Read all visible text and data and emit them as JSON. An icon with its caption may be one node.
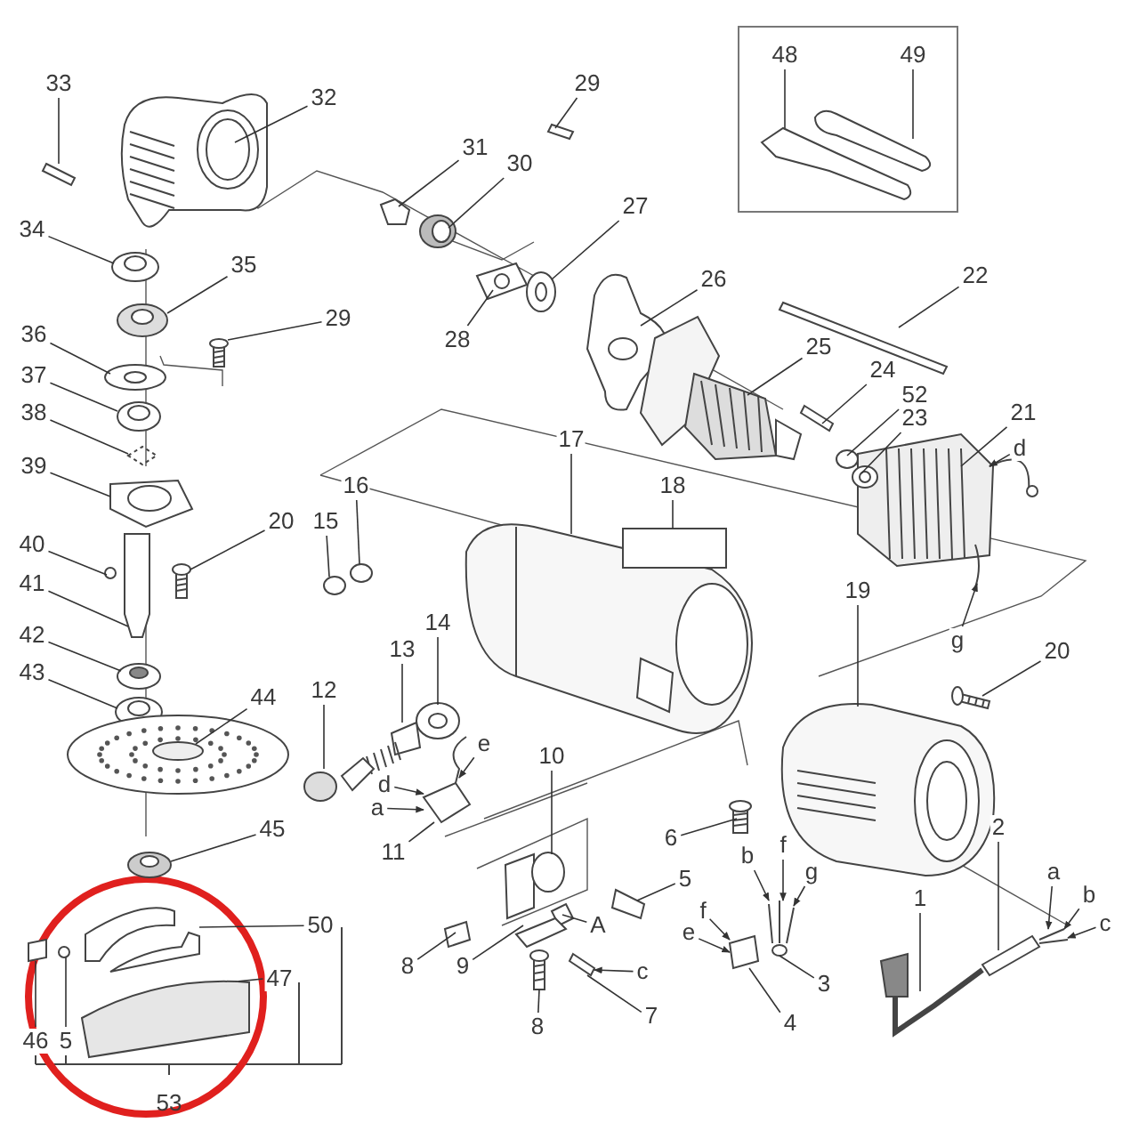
{
  "diagram": {
    "nodes": [
      {
        "text": [
          "48"
        ]
      },
      {
        "text": [
          "49"
        ]
      },
      {
        "text": [
          "33"
        ]
      },
      {
        "text": [
          "29"
        ]
      },
      {
        "text": [
          "32"
        ]
      },
      {
        "text": [
          "31"
        ]
      },
      {
        "text": [
          "30"
        ]
      },
      {
        "text": [
          "27"
        ]
      },
      {
        "text": [
          "34"
        ]
      },
      {
        "text": [
          "35"
        ]
      },
      {
        "text": [
          "26"
        ]
      },
      {
        "text": [
          "22"
        ]
      },
      {
        "text": [
          "29"
        ]
      },
      {
        "text": [
          "36"
        ]
      },
      {
        "text": [
          "28"
        ]
      },
      {
        "text": [
          "25"
        ]
      },
      {
        "text": [
          "24"
        ]
      },
      {
        "text": [
          "37"
        ]
      },
      {
        "text": [
          "52"
        ]
      },
      {
        "text": [
          "38"
        ]
      },
      {
        "text": [
          "21"
        ]
      },
      {
        "text": [
          "23"
        ]
      },
      {
        "text": [
          "17"
        ]
      },
      {
        "text": [
          "d"
        ]
      },
      {
        "text": [
          "39"
        ]
      },
      {
        "text": [
          "16"
        ]
      },
      {
        "text": [
          "18"
        ]
      },
      {
        "text": [
          "15"
        ]
      },
      {
        "text": [
          "20"
        ]
      },
      {
        "text": [
          "40"
        ]
      },
      {
        "text": [
          "41"
        ]
      },
      {
        "text": [
          "19"
        ]
      },
      {
        "text": [
          "14"
        ]
      },
      {
        "text": [
          "42"
        ]
      },
      {
        "text": [
          "g"
        ]
      },
      {
        "text": [
          "13"
        ]
      },
      {
        "text": [
          "20"
        ]
      },
      {
        "text": [
          "43"
        ]
      },
      {
        "text": [
          "12"
        ]
      },
      {
        "text": [
          "44"
        ]
      },
      {
        "text": [
          "e"
        ]
      },
      {
        "text": [
          "10"
        ]
      },
      {
        "text": [
          "d"
        ]
      },
      {
        "text": [
          "a"
        ]
      },
      {
        "text": [
          "45"
        ]
      },
      {
        "text": [
          "2"
        ]
      },
      {
        "text": [
          "6"
        ]
      },
      {
        "text": [
          "11"
        ]
      },
      {
        "text": [
          "f"
        ]
      },
      {
        "text": [
          "b"
        ]
      },
      {
        "text": [
          "a"
        ]
      },
      {
        "text": [
          "5"
        ]
      },
      {
        "text": [
          "g"
        ]
      },
      {
        "text": [
          "1"
        ]
      },
      {
        "text": [
          "b"
        ]
      },
      {
        "text": [
          "f"
        ]
      },
      {
        "text": [
          "c"
        ]
      },
      {
        "text": [
          "A"
        ]
      },
      {
        "text": [
          "e"
        ]
      },
      {
        "text": [
          "50"
        ]
      },
      {
        "text": [
          "8"
        ]
      },
      {
        "text": [
          "9"
        ]
      },
      {
        "text": [
          "c"
        ]
      },
      {
        "text": [
          "47"
        ]
      },
      {
        "text": [
          "3"
        ]
      },
      {
        "text": [
          "7"
        ]
      },
      {
        "text": [
          "4"
        ]
      },
      {
        "text": [
          "8"
        ]
      },
      {
        "text": [
          "46"
        ]
      },
      {
        "text": [
          "5"
        ]
      },
      {
        "text": [],
        "shape": "picture"
      },
      {
        "text": [],
        "shape": "picture"
      },
      {
        "text": [],
        "shape": "picture"
      },
      {
        "text": [],
        "shape": "picture"
      },
      {
        "text": [],
        "shape": "picture"
      },
      {
        "text": [],
        "shape": "picture"
      },
      {
        "text": [],
        "shape": "picture"
      },
      {
        "text": [],
        "shape": "picture"
      },
      {
        "text": [],
        "shape": "picture"
      },
      {
        "text": [],
        "shape": "picture"
      },
      {
        "text": [],
        "shape": "picture"
      },
      {
        "text": [],
        "shape": "picture"
      },
      {
        "text": [],
        "shape": "picture"
      },
      {
        "text": [],
        "shape": "picture"
      },
      {
        "text": [],
        "shape": "picture"
      },
      {
        "text": [],
        "shape": "picture"
      },
      {
        "text": [],
        "shape": "picture"
      },
      {
        "text": [],
        "shape": "picture"
      },
      {
        "text": [],
        "shape": "circle"
      },
      {
        "text": [],
        "shape": "picture"
      },
      {
        "text": [],
        "shape": "picture"
      },
      {
        "text": [],
        "shape": "picture"
      },
      {
        "text": [],
        "shape": "picture"
      },
      {
        "text": [],
        "shape": "picture"
      },
      {
        "text": [],
        "shape": "circle"
      },
      {
        "text": [],
        "shape": "box"
      },
      {
        "text": [],
        "shape": "circle"
      },
      {
        "text": [],
        "shape": "picture"
      },
      {
        "text": [],
        "shape": "circle"
      },
      {
        "text": [],
        "shape": "picture"
      },
      {
        "text": [],
        "shape": "picture"
      },
      {
        "text": [],
        "shape": "picture"
      },
      {
        "text": [],
        "shape": "picture"
      },
      {
        "text": [],
        "shape": "picture"
      },
      {
        "text": [],
        "shape": "picture"
      },
      {
        "text": [],
        "shape": "picture"
      },
      {
        "text": [],
        "shape": "picture"
      },
      {
        "text": [],
        "shape": "picture"
      },
      {
        "text": [],
        "shape": "picture"
      },
      {
        "text": [],
        "shape": "picture"
      },
      {
        "text": [],
        "shape": "picture"
      },
      {
        "text": [],
        "shape": "picture"
      },
      {
        "text": [],
        "shape": "picture"
      },
      {
        "text": [],
        "shape": "picture"
      },
      {
        "text": [],
        "shape": "picture"
      },
      {
        "text": [],
        "shape": "picture"
      },
      {
        "text": [],
        "shape": "picture"
      },
      {
        "text": [],
        "shape": "picture"
      },
      {
        "text": [],
        "shape": "picture"
      },
      {
        "text": [],
        "shape": "picture"
      },
      {
        "text": [],
        "shape": "picture"
      },
      {
        "text": [],
        "shape": "picture"
      },
      {
        "text": [],
        "shape": "picture"
      },
      {
        "text": [],
        "shape": "picture"
      },
      {
        "text": [],
        "shape": "picture"
      },
      {
        "text": [],
        "shape": "picture"
      }
    ],
    "edges": [
      {
        "from": 0,
        "to": 70,
        "arrow": "none"
      },
      {
        "from": 1,
        "to": 71,
        "arrow": "none"
      },
      {
        "from": 2,
        "to": 72,
        "arrow": "none"
      },
      {
        "from": 3,
        "to": 73,
        "arrow": "none"
      },
      {
        "from": 4,
        "to": 74,
        "arrow": "none"
      },
      {
        "from": 5,
        "to": 75,
        "arrow": "none"
      },
      {
        "from": 6,
        "to": 76,
        "arrow": "none"
      },
      {
        "from": 7,
        "to": 77,
        "arrow": "none"
      },
      {
        "from": 8,
        "to": 78,
        "arrow": "none"
      },
      {
        "from": 9,
        "to": 79,
        "arrow": "none"
      },
      {
        "from": 10,
        "to": 80,
        "arrow": "none"
      },
      {
        "from": 11,
        "to": 81,
        "arrow": "none"
      },
      {
        "from": 12,
        "to": 82,
        "arrow": "none"
      },
      {
        "from": 13,
        "to": 83,
        "arrow": "none"
      },
      {
        "from": 14,
        "to": 84,
        "arrow": "none"
      },
      {
        "from": 15,
        "to": 85,
        "arrow": "none"
      },
      {
        "from": 16,
        "to": 86,
        "arrow": "none"
      },
      {
        "from": 17,
        "to": 87,
        "arrow": "none"
      },
      {
        "from": 18,
        "to": 88,
        "arrow": "none"
      },
      {
        "from": 19,
        "to": 89,
        "arrow": "none"
      },
      {
        "from": 20,
        "to": 90,
        "arrow": "none"
      },
      {
        "from": 21,
        "to": 91,
        "arrow": "none"
      },
      {
        "from": 22,
        "to": 92,
        "arrow": "none"
      },
      {
        "from": 23,
        "to": 90,
        "arrow": "to"
      },
      {
        "from": 24,
        "to": 93,
        "arrow": "none"
      },
      {
        "from": 25,
        "to": 94,
        "arrow": "none"
      },
      {
        "from": 26,
        "to": 95,
        "arrow": "none"
      },
      {
        "from": 27,
        "to": 96,
        "arrow": "none"
      },
      {
        "from": 28,
        "to": 97,
        "arrow": "none"
      },
      {
        "from": 29,
        "to": 98,
        "arrow": "none"
      },
      {
        "from": 30,
        "to": 99,
        "arrow": "none"
      },
      {
        "from": 31,
        "to": 100,
        "arrow": "none"
      },
      {
        "from": 32,
        "to": 101,
        "arrow": "none"
      },
      {
        "from": 33,
        "to": 102,
        "arrow": "none"
      },
      {
        "from": 34,
        "to": 90,
        "arrow": "to"
      },
      {
        "from": 35,
        "to": 103,
        "arrow": "none"
      },
      {
        "from": 36,
        "to": 104,
        "arrow": "none"
      },
      {
        "from": 37,
        "to": 105,
        "arrow": "none"
      },
      {
        "from": 38,
        "to": 106,
        "arrow": "none"
      },
      {
        "from": 39,
        "to": 107,
        "arrow": "none"
      },
      {
        "from": 40,
        "to": 108,
        "arrow": "to"
      },
      {
        "from": 41,
        "to": 109,
        "arrow": "none"
      },
      {
        "from": 42,
        "to": 108,
        "arrow": "to"
      },
      {
        "from": 43,
        "to": 108,
        "arrow": "to"
      },
      {
        "from": 44,
        "to": 110,
        "arrow": "none"
      },
      {
        "from": 45,
        "to": 111,
        "arrow": "none"
      },
      {
        "from": 46,
        "to": 112,
        "arrow": "none"
      },
      {
        "from": 47,
        "to": 108,
        "arrow": "none"
      },
      {
        "from": 48,
        "to": 113,
        "arrow": "to"
      },
      {
        "from": 49,
        "to": 113,
        "arrow": "to"
      },
      {
        "from": 50,
        "to": 111,
        "arrow": "to"
      },
      {
        "from": 51,
        "to": 114,
        "arrow": "none"
      },
      {
        "from": 52,
        "to": 113,
        "arrow": "to"
      },
      {
        "from": 53,
        "to": 115,
        "arrow": "none"
      },
      {
        "from": 54,
        "to": 111,
        "arrow": "to"
      },
      {
        "from": 55,
        "to": 116,
        "arrow": "to"
      },
      {
        "from": 56,
        "to": 111,
        "arrow": "to"
      },
      {
        "from": 57,
        "to": 117,
        "arrow": "none"
      },
      {
        "from": 58,
        "to": 116,
        "arrow": "to"
      },
      {
        "from": 59,
        "to": 118,
        "arrow": "none"
      },
      {
        "from": 60,
        "to": 119,
        "arrow": "none"
      },
      {
        "from": 61,
        "to": 120,
        "arrow": "none"
      },
      {
        "from": 62,
        "to": 121,
        "arrow": "to"
      },
      {
        "from": 63,
        "to": 122,
        "arrow": "none"
      },
      {
        "from": 64,
        "to": 113,
        "arrow": "none"
      },
      {
        "from": 65,
        "to": 121,
        "arrow": "none"
      },
      {
        "from": 66,
        "to": 116,
        "arrow": "none"
      },
      {
        "from": 67,
        "to": 123,
        "arrow": "none"
      },
      {
        "from": 68,
        "to": 124,
        "arrow": "none"
      },
      {
        "from": 69,
        "to": 125,
        "arrow": "none"
      }
    ],
    "labels": [
      "53"
    ]
  }
}
